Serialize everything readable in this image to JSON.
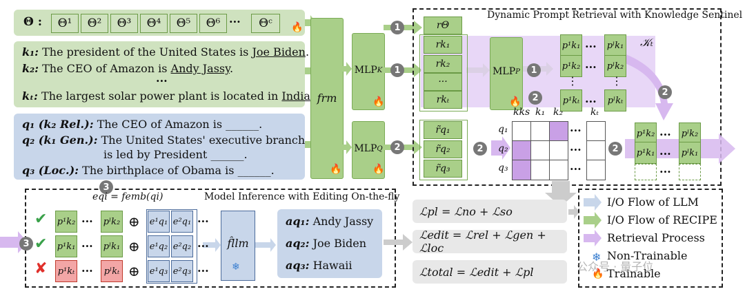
{
  "theta": {
    "label": "Θ :",
    "cells": [
      "Θ¹",
      "Θ²",
      "Θ³",
      "Θ⁴",
      "Θ⁵",
      "Θ⁶",
      "Θᶜ"
    ],
    "dots": "···"
  },
  "knowledge": {
    "items": [
      {
        "key": "k₁:",
        "text": "The president of the United States is ",
        "answer": "Joe Biden",
        "end": "."
      },
      {
        "key": "k₂:",
        "text": "The CEO of Amazon is ",
        "answer": "Andy Jassy",
        "end": "."
      },
      {
        "key": "kₜ:",
        "text": "The largest solar power plant is located in ",
        "answer": "India",
        "end": "."
      }
    ],
    "dots": "···"
  },
  "queries": [
    {
      "key": "q₁ (k₂ Rel.):",
      "line1": "The CEO of Amazon is ______.",
      "line2": ""
    },
    {
      "key": "q₂ (k₁ Gen.):",
      "line1": "The United States' executive branch",
      "line2": "is led by President ______."
    },
    {
      "key": "q₃ (Loc.):",
      "line1": "The birthplace of Obama is ______.",
      "line2": ""
    }
  ],
  "modules": {
    "frm": "frm",
    "mlp_k": "MLPK",
    "mlp_q": "MLPQ",
    "mlp_p": "MLPP",
    "fllm": "f̂llm"
  },
  "retrieval": {
    "title": "Dynamic Prompt Retrieval with Knowledge Sentinel",
    "r_cells": [
      "rΘ",
      "rk₁",
      "rk₂",
      "···",
      "rkₜ"
    ],
    "rq_cells": [
      "r̃q₁",
      "r̃q₂",
      "r̃q₃"
    ],
    "kt_label": "𝒦ₜ",
    "p_col1": [
      "p¹k₁",
      "p¹k₂",
      "⋮",
      "p¹kₜ"
    ],
    "p_col2": [
      "pˡk₁",
      "pˡk₂",
      "⋮",
      "pˡkₜ"
    ],
    "grid_cols": [
      "kks",
      "k₁",
      "k₂",
      "···",
      "kₜ"
    ],
    "grid_rows": [
      "q₁",
      "q₂",
      "q₃"
    ],
    "out_col1": [
      "p¹k₂",
      "p¹k₁"
    ],
    "out_col2": [
      "pˡk₂",
      "pˡk₁"
    ],
    "dots": "···"
  },
  "inference": {
    "title": "Model Inference with Editing On-the-fly",
    "eq": "eqi = femb(qi)",
    "rows": [
      {
        "mark": "✔",
        "p1": "p¹k₂",
        "pl": "pˡk₂",
        "e1": "e¹q₁",
        "e2": "e²q₁"
      },
      {
        "mark": "✔",
        "p1": "p¹k₁",
        "pl": "pˡk₁",
        "e1": "e¹q₂",
        "e2": "e²q₂"
      },
      {
        "mark": "✘",
        "p1": "p¹kₜ",
        "pl": "pˡkₜ",
        "e1": "e¹q₃",
        "e2": "e²q₃"
      }
    ],
    "oplus": "⊕",
    "dots": "···",
    "answers": [
      {
        "key": "aq₁:",
        "val": "Andy Jassy"
      },
      {
        "key": "aq₂:",
        "val": "Joe Biden"
      },
      {
        "key": "aq₃:",
        "val": "Hawaii"
      }
    ]
  },
  "losses": {
    "pl": "ℒpl = ℒno + ℒso",
    "edit": "ℒedit = ℒrel + ℒgen + ℒloc",
    "total": "ℒtotal = ℒedit + ℒpl"
  },
  "legend": {
    "items": [
      {
        "label": "I/O Flow of LLM",
        "color": "#c8d6ea"
      },
      {
        "label": "I/O Flow of RECIPE",
        "color": "#a9cf89"
      },
      {
        "label": "Retrieval Process",
        "color": "#d7b8ef"
      },
      {
        "label": "Non-Trainable",
        "icon": "snowflake-icon"
      },
      {
        "label": "Trainable",
        "icon": "fire-icon"
      }
    ]
  },
  "steps": [
    "1",
    "2",
    "3"
  ],
  "watermark": "公众号 · 量子位"
}
